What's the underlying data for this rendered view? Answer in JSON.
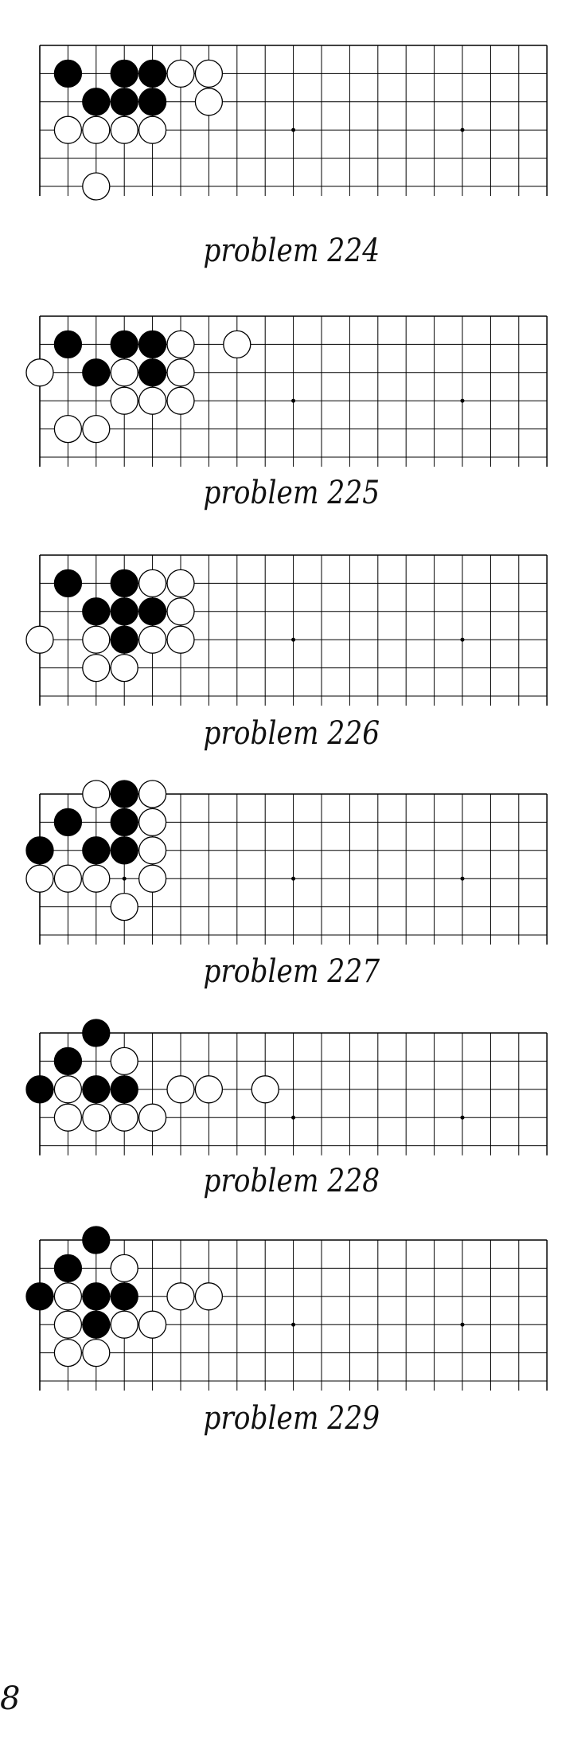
{
  "page_number": "8",
  "problems": [
    {
      "caption": "problem 224",
      "black": [
        [
          1,
          1
        ],
        [
          3,
          1
        ],
        [
          4,
          1
        ],
        [
          2,
          2
        ],
        [
          3,
          2
        ],
        [
          4,
          2
        ]
      ],
      "white": [
        [
          5,
          1
        ],
        [
          6,
          1
        ],
        [
          6,
          2
        ],
        [
          1,
          3
        ],
        [
          2,
          3
        ],
        [
          3,
          3
        ],
        [
          4,
          3
        ],
        [
          2,
          5
        ]
      ]
    },
    {
      "caption": "problem 225",
      "black": [
        [
          1,
          1
        ],
        [
          3,
          1
        ],
        [
          4,
          1
        ],
        [
          2,
          2
        ],
        [
          4,
          2
        ]
      ],
      "white": [
        [
          5,
          1
        ],
        [
          7,
          1
        ],
        [
          0,
          2
        ],
        [
          3,
          2
        ],
        [
          5,
          2
        ],
        [
          3,
          3
        ],
        [
          4,
          3
        ],
        [
          5,
          3
        ],
        [
          1,
          4
        ],
        [
          2,
          4
        ]
      ]
    },
    {
      "caption": "problem 226",
      "black": [
        [
          1,
          1
        ],
        [
          3,
          1
        ],
        [
          2,
          2
        ],
        [
          3,
          2
        ],
        [
          4,
          2
        ],
        [
          3,
          3
        ]
      ],
      "white": [
        [
          4,
          1
        ],
        [
          5,
          1
        ],
        [
          5,
          2
        ],
        [
          0,
          3
        ],
        [
          2,
          3
        ],
        [
          4,
          3
        ],
        [
          5,
          3
        ],
        [
          2,
          4
        ],
        [
          3,
          4
        ]
      ]
    },
    {
      "caption": "problem 227",
      "black": [
        [
          3,
          0
        ],
        [
          1,
          1
        ],
        [
          3,
          1
        ],
        [
          0,
          2
        ],
        [
          2,
          2
        ],
        [
          3,
          2
        ]
      ],
      "white": [
        [
          2,
          0
        ],
        [
          4,
          0
        ],
        [
          4,
          1
        ],
        [
          4,
          2
        ],
        [
          0,
          3
        ],
        [
          1,
          3
        ],
        [
          2,
          3
        ],
        [
          4,
          3
        ],
        [
          3,
          4
        ]
      ]
    },
    {
      "caption": "problem 228",
      "black": [
        [
          2,
          0
        ],
        [
          1,
          1
        ],
        [
          0,
          2
        ],
        [
          2,
          2
        ],
        [
          3,
          2
        ]
      ],
      "white": [
        [
          3,
          1
        ],
        [
          1,
          2
        ],
        [
          5,
          2
        ],
        [
          6,
          2
        ],
        [
          8,
          2
        ],
        [
          1,
          3
        ],
        [
          2,
          3
        ],
        [
          3,
          3
        ],
        [
          4,
          3
        ]
      ]
    },
    {
      "caption": "problem 229",
      "black": [
        [
          2,
          0
        ],
        [
          1,
          1
        ],
        [
          0,
          2
        ],
        [
          2,
          2
        ],
        [
          3,
          2
        ],
        [
          2,
          3
        ]
      ],
      "white": [
        [
          3,
          1
        ],
        [
          1,
          2
        ],
        [
          5,
          2
        ],
        [
          6,
          2
        ],
        [
          1,
          3
        ],
        [
          3,
          3
        ],
        [
          4,
          3
        ],
        [
          1,
          4
        ],
        [
          2,
          4
        ]
      ]
    }
  ]
}
